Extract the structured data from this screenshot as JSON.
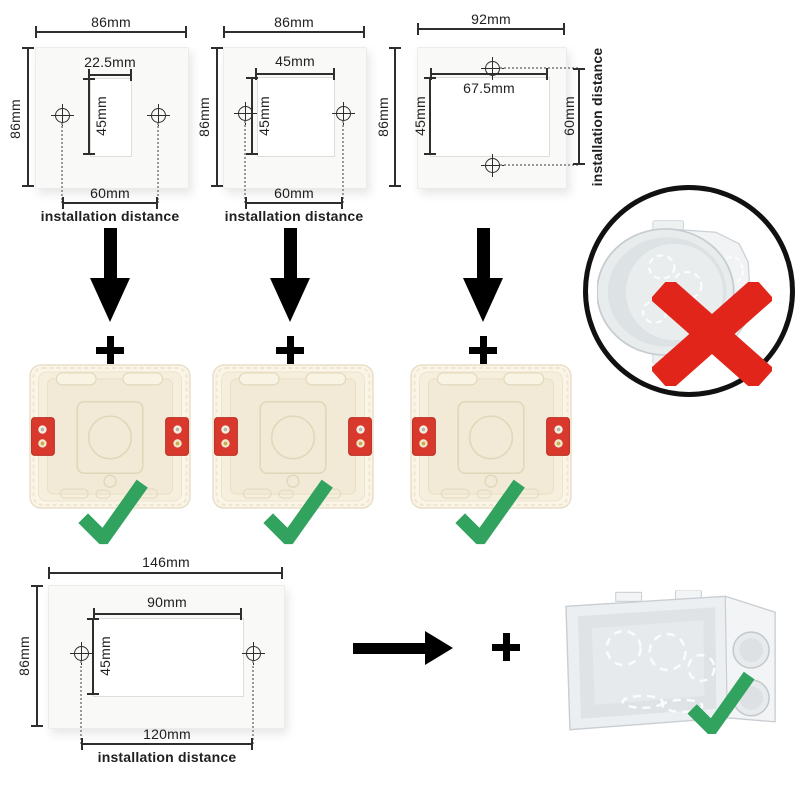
{
  "plates": {
    "p1": {
      "width": "86mm",
      "height": "86mm",
      "cutout_width": "22.5mm",
      "cutout_height": "45mm",
      "distance": "60mm",
      "caption": "installation distance"
    },
    "p2": {
      "width": "86mm",
      "height": "86mm",
      "cutout_width": "45mm",
      "cutout_height": "45mm",
      "distance": "60mm",
      "caption": "installation distance"
    },
    "p3": {
      "width": "92mm",
      "height": "86mm",
      "cutout_width": "67.5mm",
      "cutout_height": "45mm",
      "distance": "60mm",
      "caption": "installation distance"
    },
    "p4": {
      "width": "146mm",
      "height": "86mm",
      "cutout_width": "90mm",
      "cutout_height": "45mm",
      "distance": "120mm",
      "caption": "installation distance"
    }
  },
  "symbols": {
    "plus": "+",
    "compatible_mark": "check",
    "incompatible_mark": "cross"
  },
  "colors": {
    "check_green": "#31a35f",
    "cross_red": "#e2251b",
    "clamp_red": "#d8392c",
    "dimension_line": "#2e2e2e",
    "box_cream": "#f6efdd",
    "box_gray": "#eceff1"
  }
}
